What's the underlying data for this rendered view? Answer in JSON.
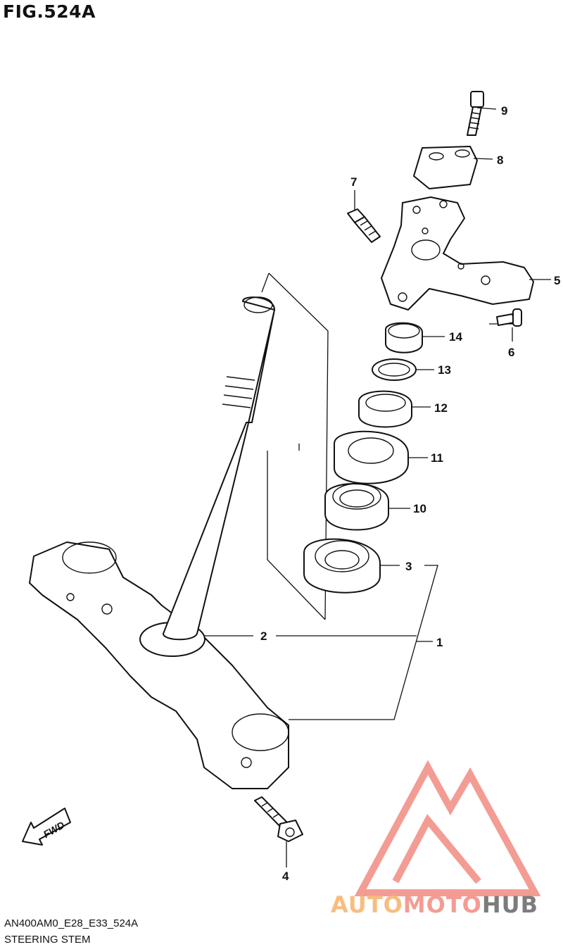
{
  "figure": {
    "title": "FIG.524A"
  },
  "footer": {
    "code": "AN400AM0_E28_E33_524A",
    "name": "STEERING STEM"
  },
  "direction_badge": {
    "text": "FWD"
  },
  "watermark": {
    "brand_a": "AUTO",
    "brand_b": "MOTO",
    "brand_c": "HUB",
    "color_a": "#f6b26b",
    "color_b": "#f28b82",
    "color_c": "#666666",
    "logo_color": "#f28b82"
  },
  "callouts": [
    "1",
    "2",
    "3",
    "4",
    "5",
    "6",
    "7",
    "8",
    "9",
    "10",
    "11",
    "12",
    "13",
    "14"
  ]
}
